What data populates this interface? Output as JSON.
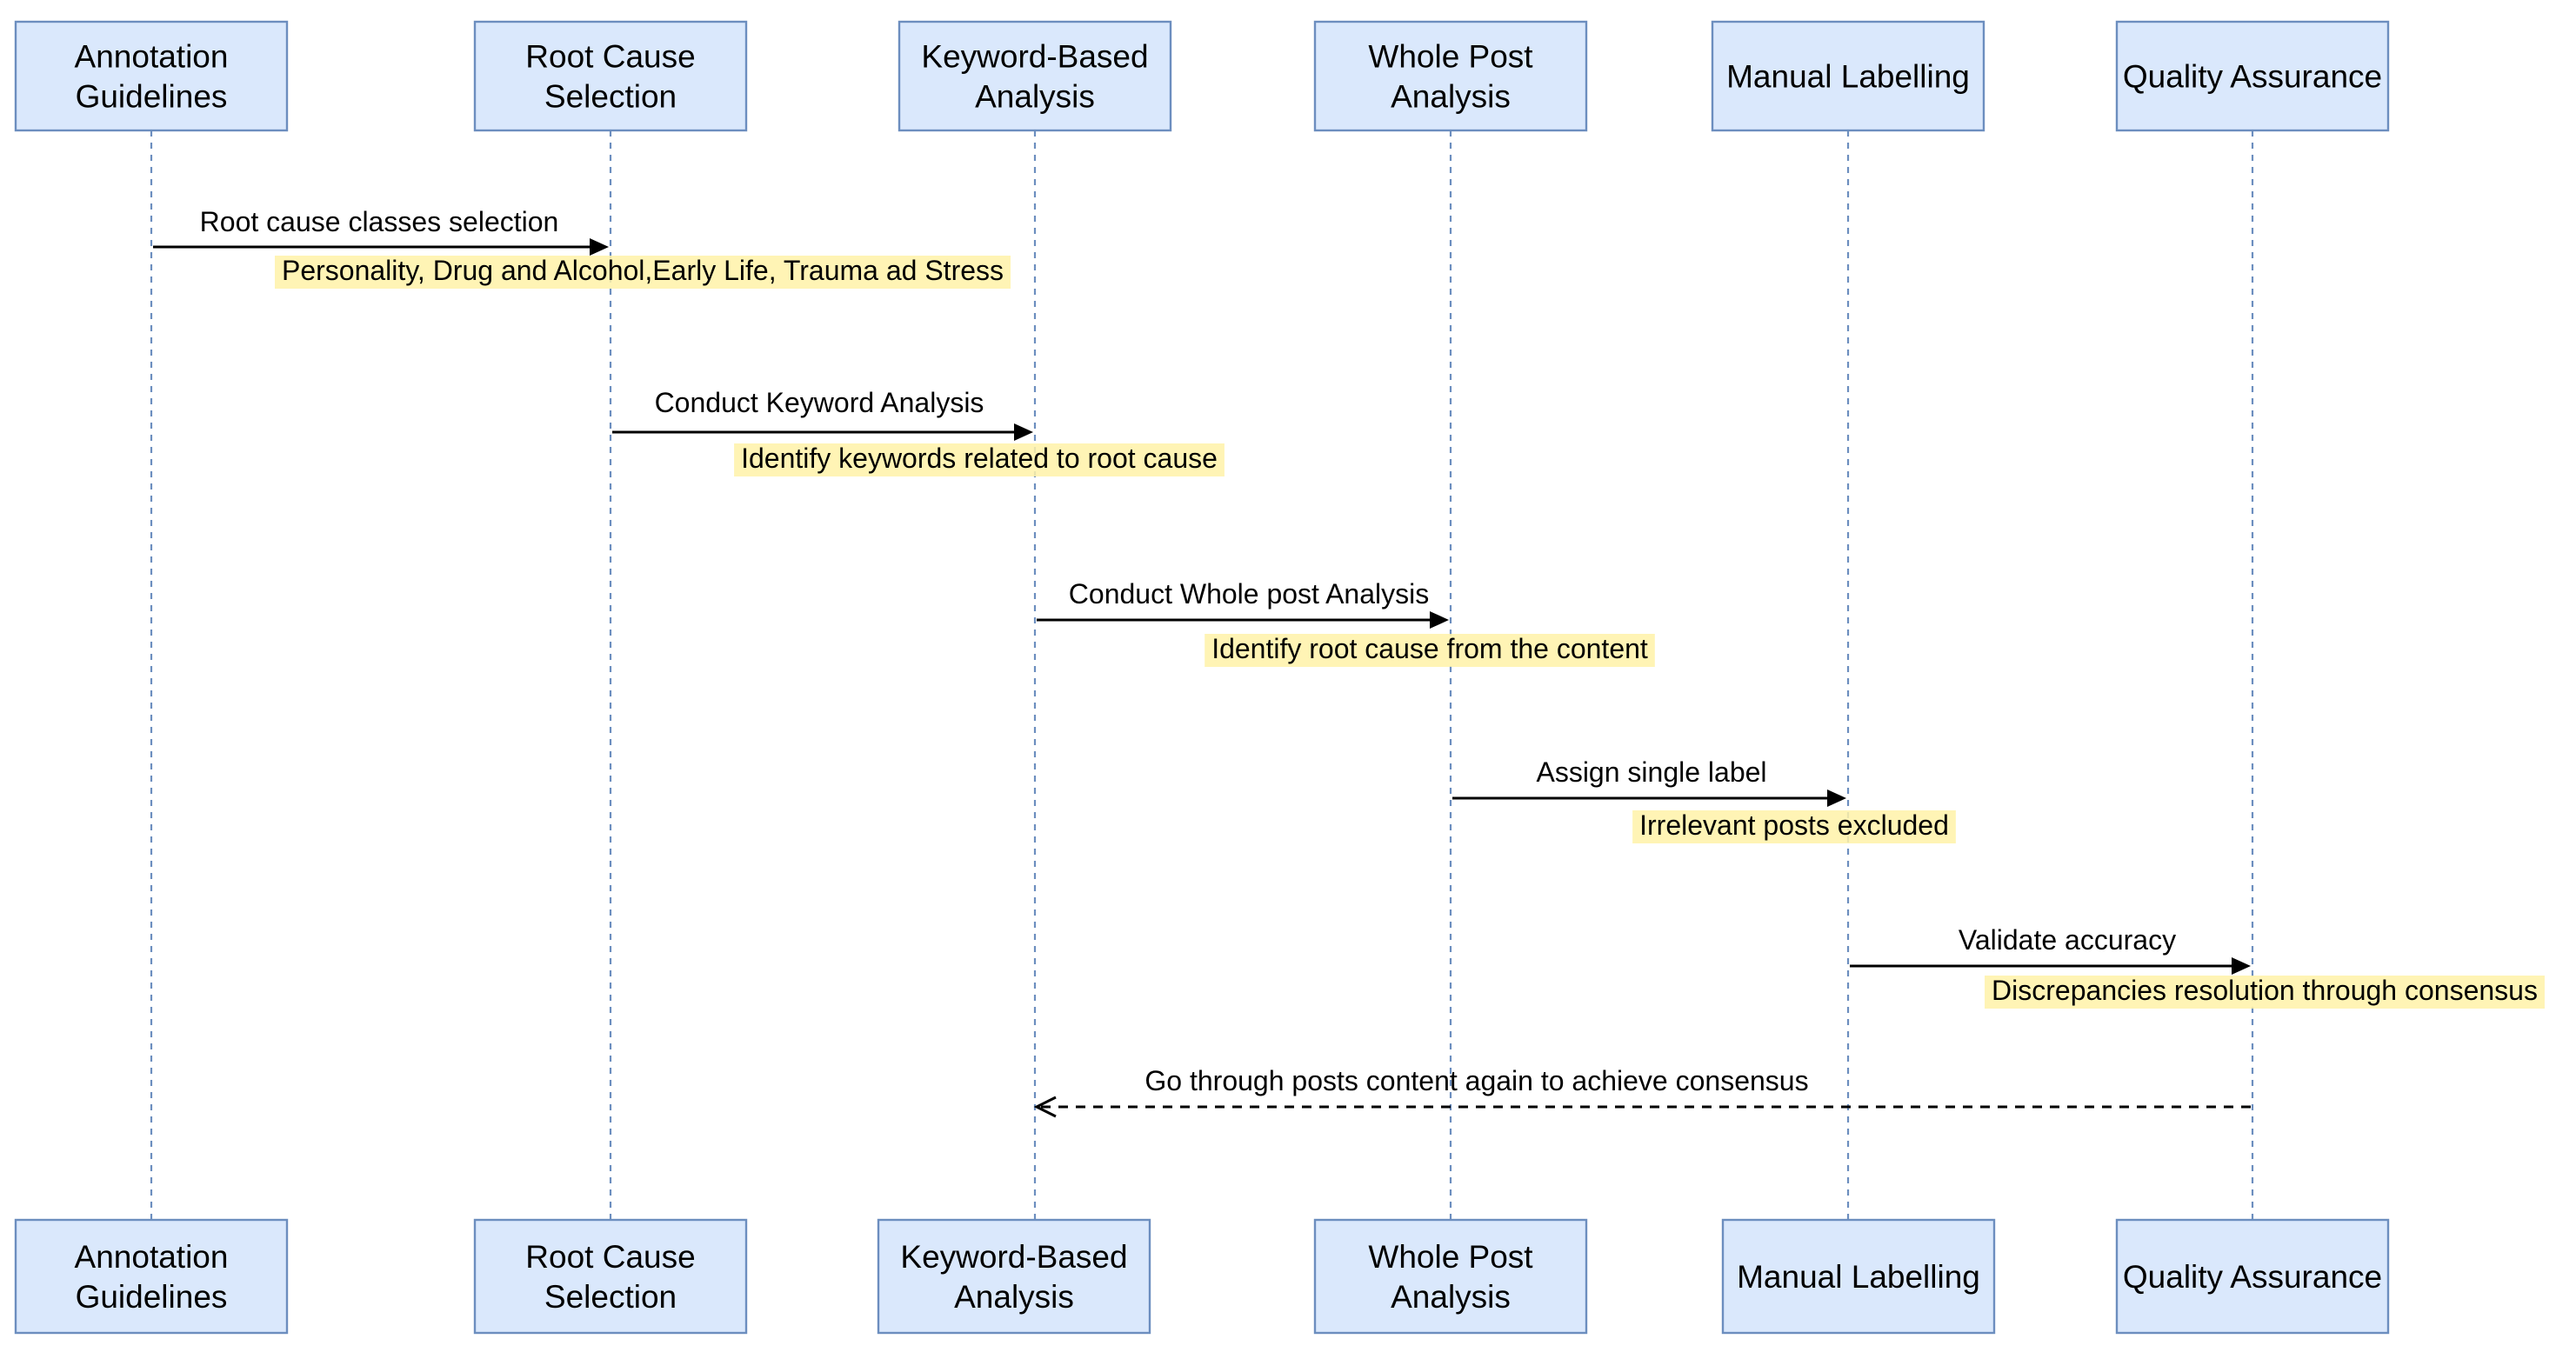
{
  "top_participants": [
    {
      "id": "annotation",
      "lines": [
        "Annotation",
        "Guidelines"
      ]
    },
    {
      "id": "rootcause",
      "lines": [
        "Root Cause",
        "Selection"
      ]
    },
    {
      "id": "keyword",
      "lines": [
        "Keyword-Based",
        "Analysis"
      ]
    },
    {
      "id": "wholepost",
      "lines": [
        "Whole Post",
        "Analysis"
      ]
    },
    {
      "id": "manual",
      "lines": [
        "Manual Labelling"
      ]
    },
    {
      "id": "quality",
      "lines": [
        "Quality Assurance"
      ]
    }
  ],
  "bottom_participants": [
    {
      "id": "annotation",
      "lines": [
        "Annotation",
        "Guidelines"
      ]
    },
    {
      "id": "rootcause",
      "lines": [
        "Root Cause",
        "Selection"
      ]
    },
    {
      "id": "keyword",
      "lines": [
        "Keyword-Based",
        "Analysis"
      ]
    },
    {
      "id": "wholepost",
      "lines": [
        "Whole Post",
        "Analysis"
      ]
    },
    {
      "id": "manual",
      "lines": [
        "Manual Labelling"
      ]
    },
    {
      "id": "quality",
      "lines": [
        "Quality Assurance"
      ]
    }
  ],
  "messages": [
    {
      "from": "annotation",
      "to": "rootcause",
      "label": "Root cause classes selection",
      "style": "solid",
      "note": "Personality, Drug and Alcohol,Early Life, Trauma ad Stress"
    },
    {
      "from": "rootcause",
      "to": "keyword",
      "label": "Conduct Keyword Analysis",
      "style": "solid",
      "note": "Identify keywords related to root cause"
    },
    {
      "from": "keyword",
      "to": "wholepost",
      "label": "Conduct Whole post Analysis",
      "style": "solid",
      "note": "Identify root cause from the content"
    },
    {
      "from": "wholepost",
      "to": "manual",
      "label": "Assign single label",
      "style": "solid",
      "note": "Irrelevant posts excluded"
    },
    {
      "from": "manual",
      "to": "quality",
      "label": "Validate accuracy",
      "style": "solid",
      "note": "Discrepancies resolution through consensus"
    },
    {
      "from": "quality",
      "to": "keyword",
      "label": "Go through posts content again to achieve consensus",
      "style": "dashed",
      "note": ""
    }
  ],
  "colors": {
    "participant_fill": "#dae8fc",
    "participant_stroke": "#6c8ebf",
    "note_highlight": "#fff2a8",
    "arrow": "#000000"
  }
}
